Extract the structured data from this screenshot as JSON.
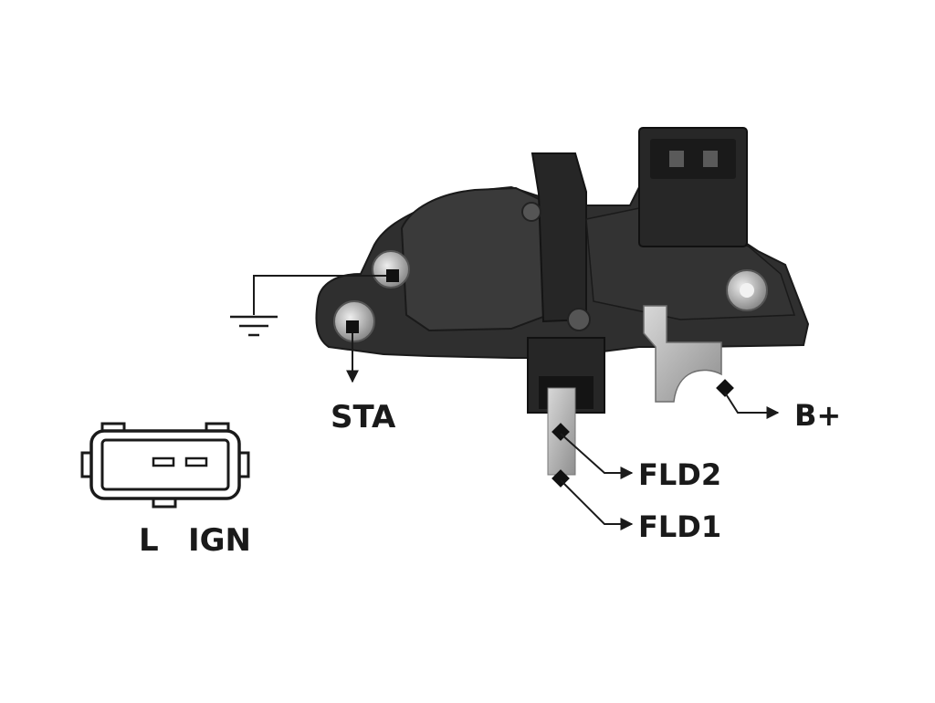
{
  "labels": {
    "sta": "STA",
    "b_plus": "B+",
    "fld2": "FLD2",
    "fld1": "FLD1",
    "l": "L",
    "ign": "IGN"
  },
  "colors": {
    "body_dark": "#2c2c2c",
    "body_mid": "#3a3a3a",
    "metal": "#b8b8b8",
    "line": "#1a1a1a",
    "background": "#ffffff"
  },
  "icons": [
    "ground-icon",
    "connector-icon",
    "arrow-icon"
  ]
}
